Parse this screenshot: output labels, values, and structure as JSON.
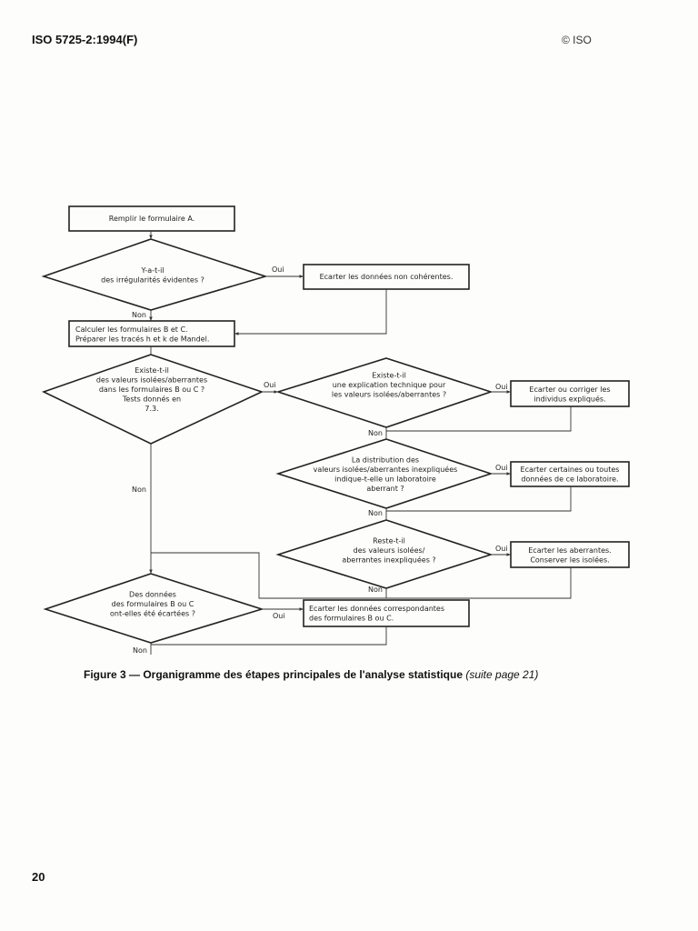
{
  "header": {
    "standard": "ISO 5725-2:1994(F)",
    "copyright": "© ISO"
  },
  "flowchart": {
    "start": [
      "Remplir le formulaire A."
    ],
    "q_irregularites": [
      "Y-a-t-il",
      "des irrégularités évidentes ?"
    ],
    "a_incoherentes": [
      "Ecarter les données non cohérentes."
    ],
    "calc_bc": [
      "Calculer les formulaires B et C.",
      "Préparer les tracés h et k de Mandel."
    ],
    "q_valeurs": [
      "Existe-t-il",
      "des valeurs isolées/aberrantes",
      "dans les formulaires B ou C ?",
      "Tests donnés en",
      "7.3."
    ],
    "q_explication": [
      "Existe-t-il",
      "une explication technique pour",
      "les valeurs isolées/aberrantes ?"
    ],
    "a_corriger": [
      "Ecarter ou corriger les",
      "individus expliqués."
    ],
    "q_distribution": [
      "La distribution des",
      "valeurs isolées/aberrantes inexpliquées",
      "indique-t-elle un laboratoire",
      "aberrant ?"
    ],
    "a_labo": [
      "Ecarter certaines ou toutes",
      "données de ce laboratoire."
    ],
    "q_reste": [
      "Reste-t-il",
      "des valeurs isolées/",
      "aberrantes inexpliquées ?"
    ],
    "a_aberrantes": [
      "Ecarter les aberrantes.",
      "Conserver les isolées."
    ],
    "q_ecartees": [
      "Des données",
      "des formulaires B ou C",
      "ont-elles été écartées ?"
    ],
    "a_correspondantes": [
      "Ecarter les données correspondantes",
      "des formulaires B ou C."
    ],
    "yes": "Oui",
    "no": "Non"
  },
  "caption": {
    "label": "Figure 3 — Organigramme des étapes principales de l'analyse statistique",
    "note": "(suite page 21)"
  },
  "page_number": "20"
}
